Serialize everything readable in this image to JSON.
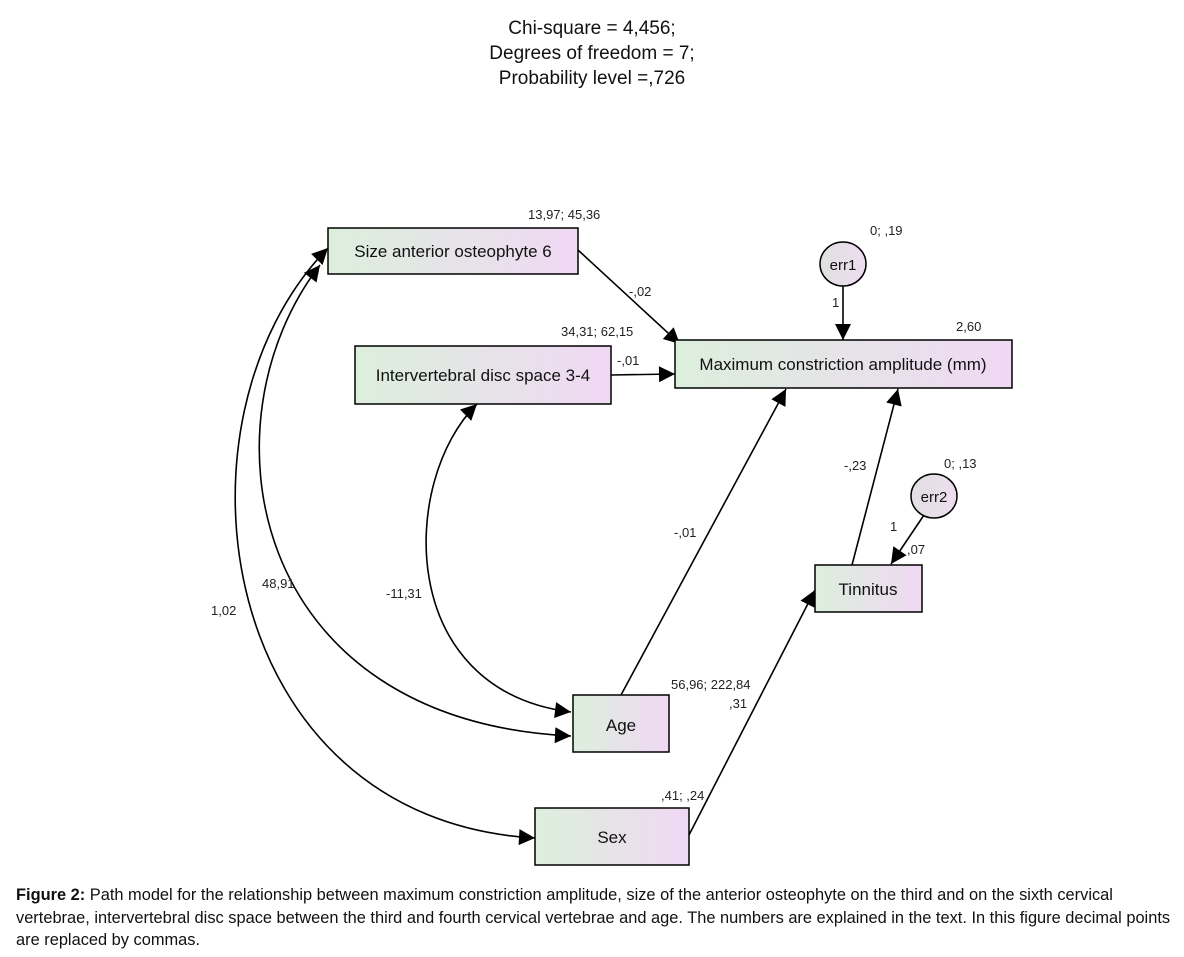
{
  "header": {
    "line1": "Chi-square = 4,456;",
    "line2": "Degrees of freedom = 7;",
    "line3": "Probability level =,726"
  },
  "nodes": {
    "osteo": {
      "label": "Size anterior osteophyte 6",
      "stat": "13,97; 45,36"
    },
    "disc": {
      "label": "Intervertebral disc space 3-4",
      "stat": "34,31; 62,15"
    },
    "mca": {
      "label": "Maximum constriction amplitude (mm)",
      "stat": "2,60"
    },
    "err1": {
      "label": "err1",
      "stat": "0; ,19"
    },
    "err2": {
      "label": "err2",
      "stat": "0; ,13"
    },
    "tinnitus": {
      "label": "Tinnitus",
      "stat": ",07"
    },
    "age": {
      "label": "Age",
      "stat": "56,96; 222,84"
    },
    "sex": {
      "label": "Sex",
      "stat": ",41; ,24"
    }
  },
  "paths": {
    "osteo_mca": "-,02",
    "disc_mca": "-,01",
    "err1_mca": "1",
    "age_mca": "-,01",
    "tinnitus_mca": "-,23",
    "err2_tinnitus": "1",
    "sex_tinnitus": ",31",
    "cov_disc_age": "-11,31",
    "cov_osteo_age": "48,91",
    "cov_osteo_sex": "1,02"
  },
  "caption": {
    "label": "Figure 2:",
    "text": " Path model for the relationship between maximum constriction amplitude, size of the anterior osteophyte on the third and on the sixth cervical vertebrae, intervertebral disc space between the third and fourth cervical vertebrae and age. The numbers are explained in the text. In this figure decimal points are replaced by commas."
  }
}
